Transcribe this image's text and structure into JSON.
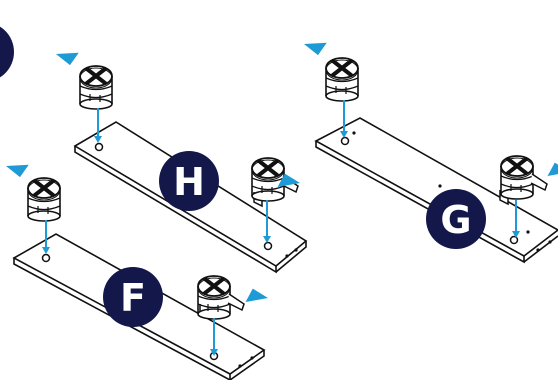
{
  "colors": {
    "badge_fill": "#13174a",
    "arrow_blue": "#1e9ad6",
    "line": "#111111",
    "paper": "#ffffff"
  },
  "panels": [
    {
      "label": "H",
      "cam_icon": "cam-lock-icon",
      "board": "board-h"
    },
    {
      "label": "F",
      "cam_icon": "cam-lock-icon",
      "board": "board-f"
    },
    {
      "label": "G",
      "cam_icon": "cam-lock-icon",
      "board": "board-g"
    }
  ],
  "icons": [
    "cam-lock-icon",
    "pointer-arrow-icon",
    "insert-arrow-icon"
  ]
}
